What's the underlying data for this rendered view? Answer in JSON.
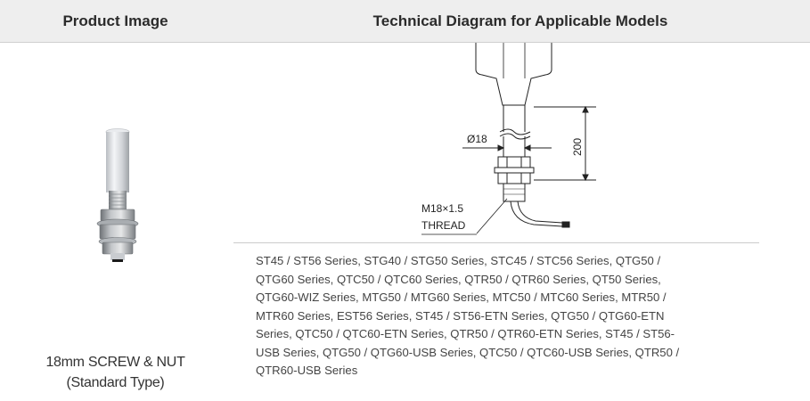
{
  "header": {
    "product_image": "Product Image",
    "technical_diagram": "Technical Diagram for Applicable Models"
  },
  "product": {
    "name_line1": "18mm SCREW & NUT",
    "name_line2": "(Standard Type)"
  },
  "diagram": {
    "diameter_label": "Ø18",
    "length_label": "200",
    "thread_line1": "M18×1.5",
    "thread_line2": "THREAD"
  },
  "models": {
    "lines": [
      "ST45 / ST56 Series, STG40 / STG50 Series, STC45 / STC56 Series, QTG50 /",
      "QTG60 Series, QTC50 / QTC60 Series, QTR50 / QTR60 Series, QT50 Series,",
      "QTG60-WIZ Series, MTG50 / MTG60 Series, MTC50 / MTC60 Series, MTR50 /",
      "MTR60 Series, EST56 Series,  ST45 / ST56-ETN Series, QTG50 / QTG60-ETN",
      "Series, QTC50 / QTC60-ETN Series, QTR50 / QTR60-ETN Series, ST45 / ST56-",
      "USB Series, QTG50 / QTG60-USB Series, QTC50 / QTC60-USB Series, QTR50 /",
      "QTR60-USB Series"
    ]
  }
}
